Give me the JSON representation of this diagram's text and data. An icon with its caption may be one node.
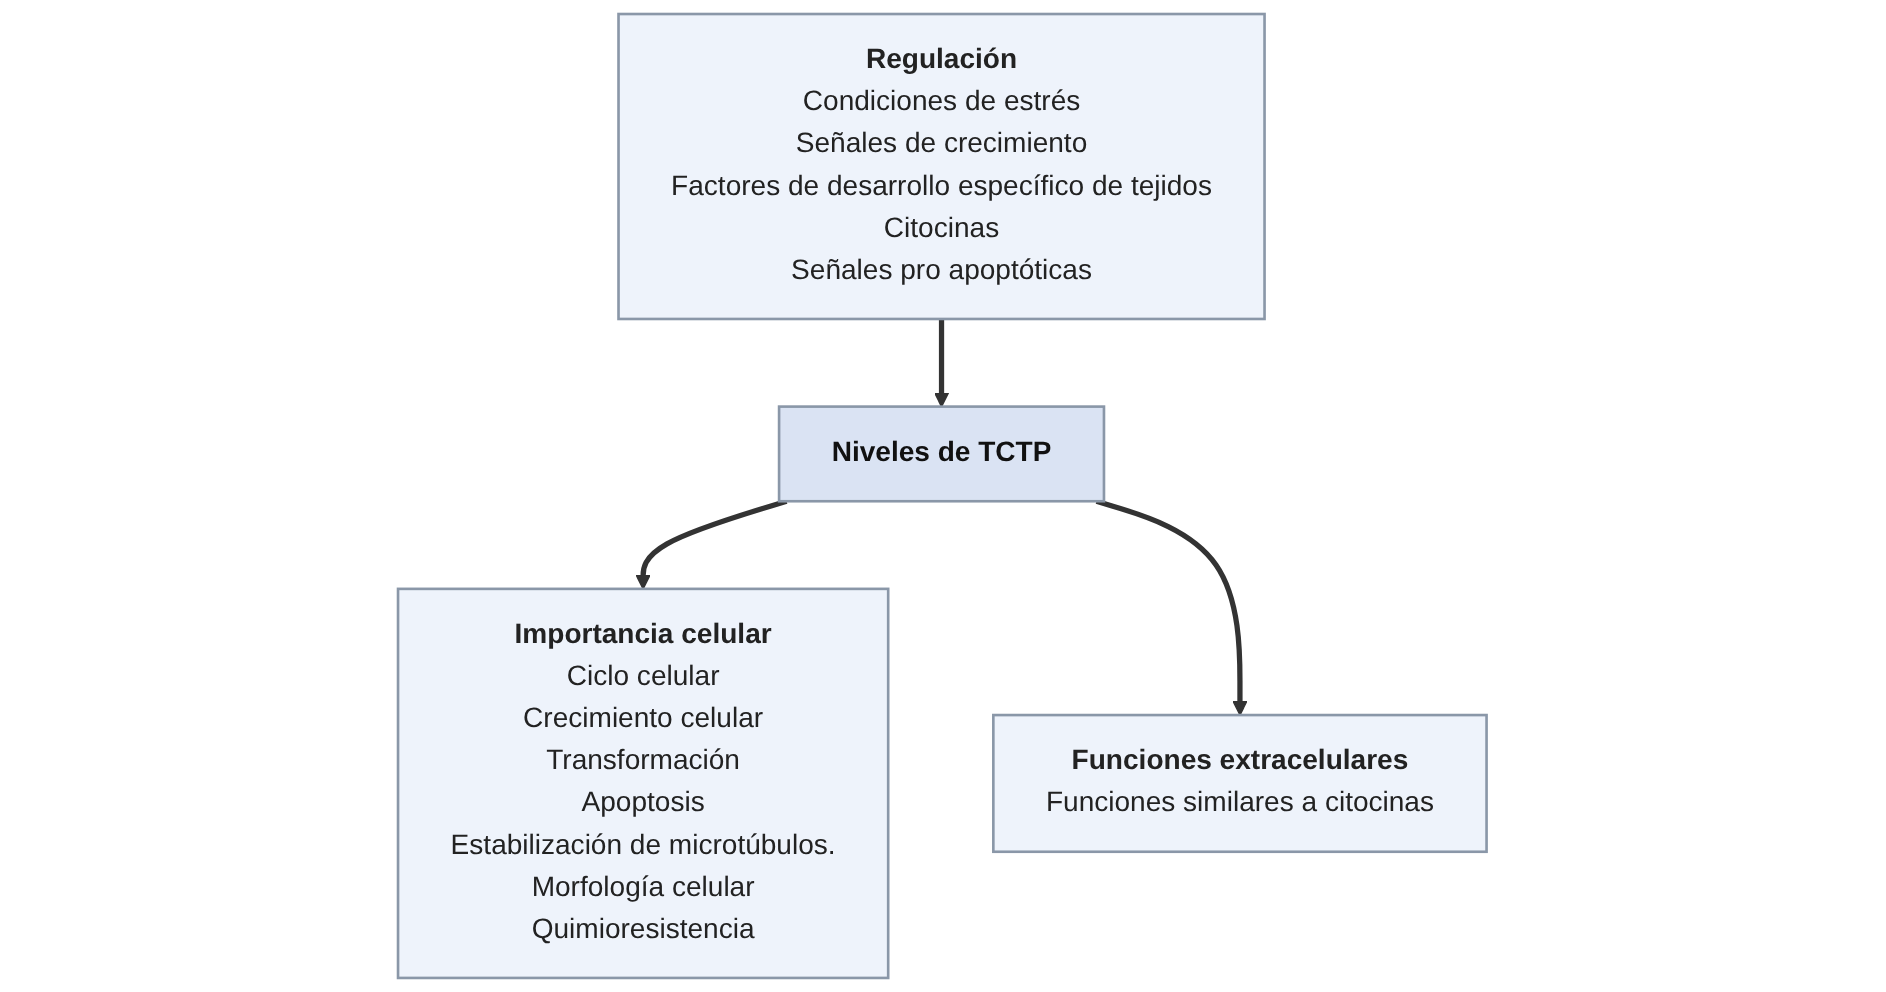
{
  "diagram": {
    "nodes": [
      {
        "text": [
          "Regulación",
          "Condiciones de estrés",
          "Señales de crecimiento",
          "Factores de desarrollo específico de tejidos",
          "Citocinas",
          "Señales pro apoptóticas"
        ]
      },
      {
        "text": [
          "Niveles de TCTP"
        ]
      },
      {
        "text": [
          "Importancia celular",
          "Ciclo celular",
          "Crecimiento celular",
          "Transformación",
          "Apoptosis",
          "Estabilización de microtúbulos.",
          "Morfología celular",
          "Quimioresistencia"
        ]
      },
      {
        "text": [
          "Funciones extracelulares",
          "Funciones similares a citocinas"
        ]
      }
    ],
    "edges": [
      {
        "from": 0,
        "to": 1,
        "arrow": "to"
      },
      {
        "from": 1,
        "to": 2,
        "arrow": "to"
      },
      {
        "from": 1,
        "to": 3,
        "arrow": "to"
      }
    ]
  }
}
